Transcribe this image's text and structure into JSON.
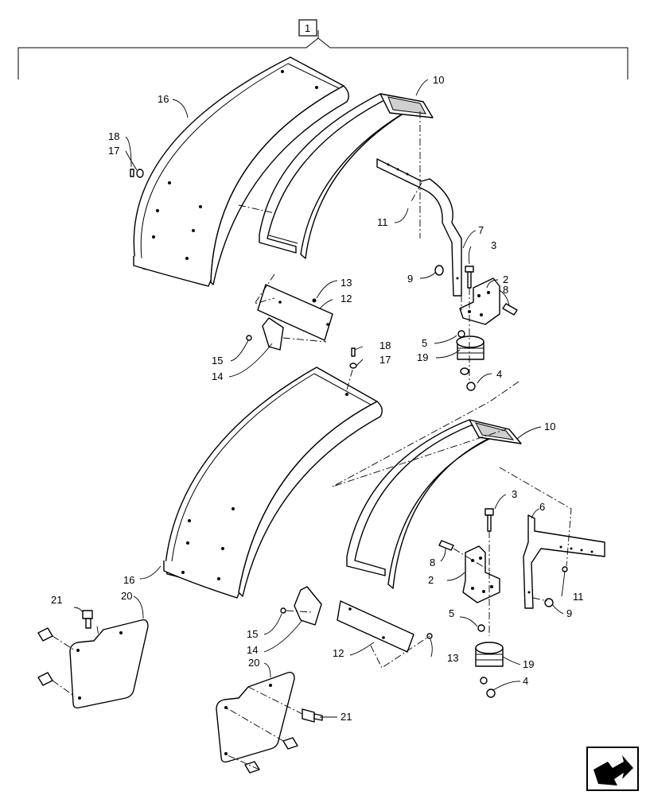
{
  "assembly_label": "1",
  "callouts": [
    {
      "id": "c16a",
      "text": "16"
    },
    {
      "id": "c10a",
      "text": "10"
    },
    {
      "id": "c18a",
      "text": "18"
    },
    {
      "id": "c17a",
      "text": "17"
    },
    {
      "id": "c11a",
      "text": "11"
    },
    {
      "id": "c7",
      "text": "7"
    },
    {
      "id": "c3a",
      "text": "3"
    },
    {
      "id": "c9a",
      "text": "9"
    },
    {
      "id": "c2a",
      "text": "2"
    },
    {
      "id": "c8a",
      "text": "8"
    },
    {
      "id": "c13a",
      "text": "13"
    },
    {
      "id": "c12a",
      "text": "12"
    },
    {
      "id": "c5a",
      "text": "5"
    },
    {
      "id": "c19a",
      "text": "19"
    },
    {
      "id": "c15a",
      "text": "15"
    },
    {
      "id": "c14a",
      "text": "14"
    },
    {
      "id": "c18b",
      "text": "18"
    },
    {
      "id": "c17b",
      "text": "17"
    },
    {
      "id": "c4a",
      "text": "4"
    },
    {
      "id": "c10b",
      "text": "10"
    },
    {
      "id": "c3b",
      "text": "3"
    },
    {
      "id": "c6",
      "text": "6"
    },
    {
      "id": "c16b",
      "text": "16"
    },
    {
      "id": "c8b",
      "text": "8"
    },
    {
      "id": "c2b",
      "text": "2"
    },
    {
      "id": "c11b",
      "text": "11"
    },
    {
      "id": "c21a",
      "text": "21"
    },
    {
      "id": "c20a",
      "text": "20"
    },
    {
      "id": "c5b",
      "text": "5"
    },
    {
      "id": "c9b",
      "text": "9"
    },
    {
      "id": "c15b",
      "text": "15"
    },
    {
      "id": "c14b",
      "text": "14"
    },
    {
      "id": "c12b",
      "text": "12"
    },
    {
      "id": "c13b",
      "text": "13"
    },
    {
      "id": "c19b",
      "text": "19"
    },
    {
      "id": "c4b",
      "text": "4"
    },
    {
      "id": "c20b",
      "text": "20"
    },
    {
      "id": "c21b",
      "text": "21"
    }
  ],
  "nav": {
    "icon": "next-page-arrow-icon"
  }
}
